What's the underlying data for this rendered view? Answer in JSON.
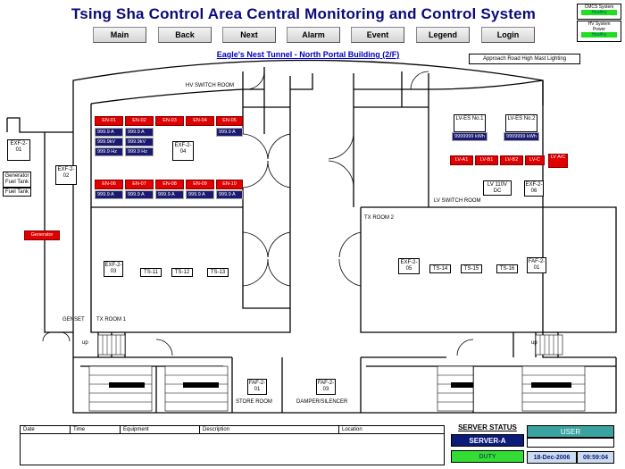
{
  "title": "Tsing Sha Control Area Central Monitoring and Control System",
  "status_panel": {
    "cmcs_label": "CMCS System",
    "cmcs_value": "Healthy",
    "hv_label": "HV System Power",
    "hv_value": "Healthy"
  },
  "nav": {
    "main": "Main",
    "back": "Back",
    "next": "Next",
    "alarm": "Alarm",
    "event": "Event",
    "legend": "Legend",
    "login": "Login"
  },
  "subtitle": "Eagle's Nest Tunnel - North Portal Building (2/F)",
  "approach_button": "Approach Road High Mast Lighting",
  "rooms": {
    "hv_switch_room": "HV SWITCH ROOM",
    "lv_switch_room": "LV SWITCH ROOM",
    "tx_room_1": "TX ROOM 1",
    "tx_room_2": "TX ROOM 2",
    "genset": "GENSET",
    "store_room": "STORE ROOM",
    "damper_silencer": "DAMPER/SILENCER"
  },
  "genset_items": {
    "generator_fuel_tank": "Generator Fuel Tank",
    "fuel_tank": "Fuel Tank",
    "generator": "Generator"
  },
  "hv_top_breakers": [
    "EN-01",
    "EN-02",
    "EN-03",
    "EN-04",
    "EN-05"
  ],
  "hv_bottom_breakers": [
    "EN-06",
    "EN-07",
    "EN-08",
    "EN-09",
    "EN-10"
  ],
  "meter_a": "999.9 A",
  "meter_kv": "999.9kV",
  "meter_hz": "999.9 Hz",
  "lv": {
    "es1_name": "LV-ES No.1",
    "es2_name": "LV-ES No.2",
    "kwh": "9999999 kWh",
    "breakers": [
      "LV-A1",
      "LV-B1",
      "LV-B2",
      "LV-C",
      "LV A/C"
    ],
    "dc_name": "LV 110V DC"
  },
  "fans": {
    "exf_2_01": "EXF-2-01",
    "exf_2_02": "EXF-2-02",
    "exf_2_03": "EXF-2-03",
    "exf_2_04": "EXF-2-04",
    "exf_2_05": "EXF-2-05",
    "exf_2_06": "EXF-2-06",
    "faf_2_01": "FAF-2-01",
    "faf_2_03": "FAF-2-03"
  },
  "transformers": {
    "ts11": "TS-11",
    "ts12": "TS-12",
    "ts13": "TS-13",
    "ts14": "TS-14",
    "ts15": "TS-15",
    "ts16": "TS-16"
  },
  "up_label": "up",
  "log_columns": [
    "Date",
    "Time",
    "Equipment",
    "Description",
    "Location"
  ],
  "server": {
    "status_label": "SERVER STATUS",
    "server_name": "SERVER-A",
    "duty": "DUTY"
  },
  "user_label": "USER",
  "date": "18-Dec-2006",
  "time": "09:59:04"
}
